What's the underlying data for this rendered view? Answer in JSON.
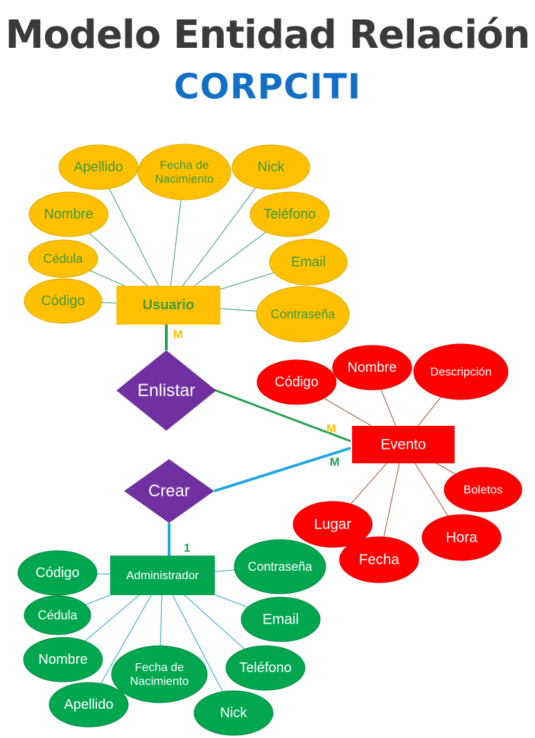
{
  "title": "Modelo Entidad Relación",
  "subtitle": "CORPCITI",
  "colors": {
    "title": "#3a3a3a",
    "subtitle": "#1270c4",
    "usuario_fill": "#ffc000",
    "usuario_text": "#3f9a3a",
    "usuario_line": "#3aa07a",
    "evento_fill": "#ff0000",
    "evento_text": "#ffffff",
    "evento_line": "#9b5a3a",
    "admin_fill": "#00a650",
    "admin_text": "#ffffff",
    "admin_line": "#2aa8c8",
    "relation_fill": "#7030a0",
    "link_green": "#1f9e4a",
    "link_blue": "#1fa8e0",
    "card_orange": "#ffc000",
    "card_green": "#1f9e4a"
  },
  "entities": {
    "usuario": {
      "name": "Usuario",
      "attributes": [
        "Apellido",
        "Fecha de\nNacimiento",
        "Nick",
        "Nombre",
        "Teléfono",
        "Cédula",
        "Email",
        "Código",
        "Contraseña"
      ]
    },
    "evento": {
      "name": "Evento",
      "attributes": [
        "Código",
        "Nombre",
        "Descripción",
        "Boletos",
        "Lugar",
        "Hora",
        "Fecha"
      ]
    },
    "administrador": {
      "name": "Administrador",
      "attributes": [
        "Código",
        "Contraseña",
        "Cédula",
        "Email",
        "Nombre",
        "Fecha de\nNacimiento",
        "Teléfono",
        "Apellido",
        "Nick"
      ]
    }
  },
  "relationships": [
    {
      "name": "Enlistar",
      "cardinalities": [
        "M",
        "M"
      ]
    },
    {
      "name": "Crear",
      "cardinalities": [
        "M",
        "1"
      ]
    }
  ]
}
